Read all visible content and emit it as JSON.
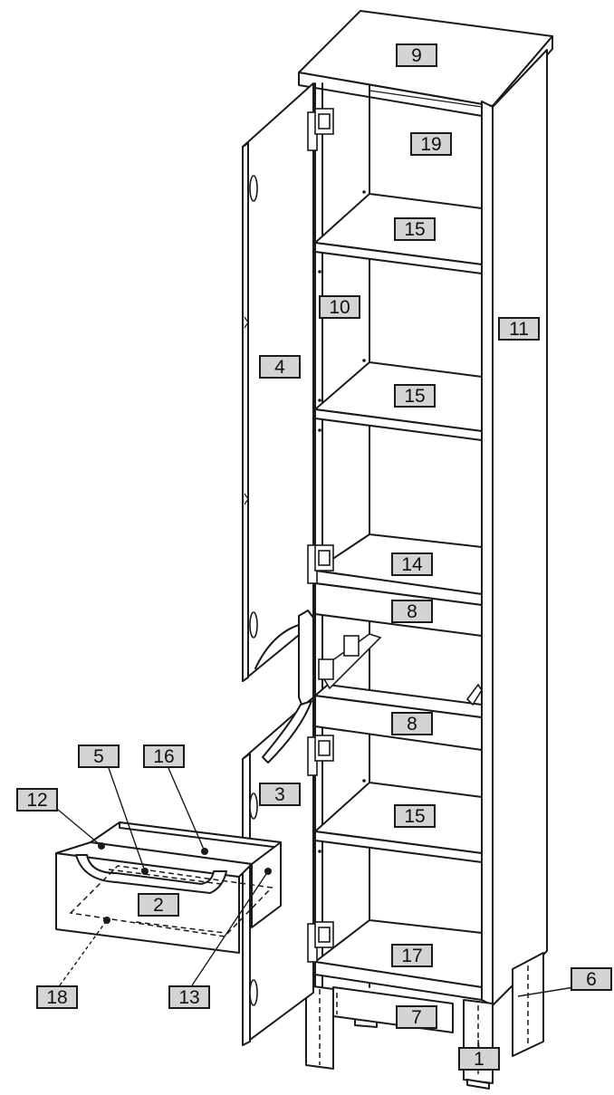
{
  "labels": {
    "p1": "1",
    "p2": "2",
    "p3": "3",
    "p4": "4",
    "p5": "5",
    "p6": "6",
    "p7": "7",
    "p8a": "8",
    "p8b": "8",
    "p9": "9",
    "p10": "10",
    "p11": "11",
    "p12": "12",
    "p13": "13",
    "p14": "14",
    "p15a": "15",
    "p15b": "15",
    "p15c": "15",
    "p16": "16",
    "p17": "17",
    "p18": "18",
    "p19": "19"
  },
  "colors": {
    "label_fill": "#d4d4d4",
    "line": "#1a1a1a",
    "background": "#ffffff"
  }
}
